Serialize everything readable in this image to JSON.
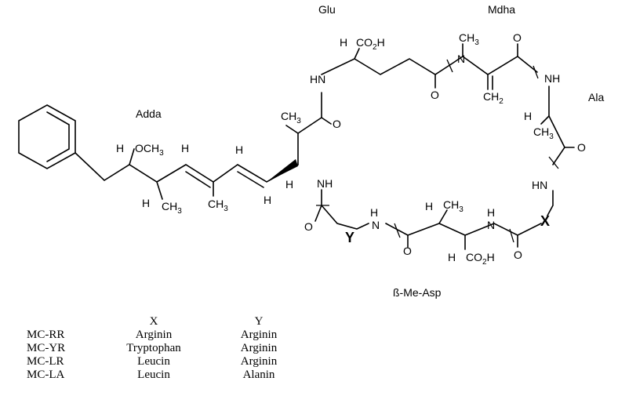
{
  "segments": {
    "glu": "Glu",
    "mdha": "Mdha",
    "ala": "Ala",
    "adda": "Adda",
    "me_asp": "ß-Me-Asp"
  },
  "variable_groups": {
    "x": "X",
    "y": "Y"
  },
  "table": {
    "headers": [
      "",
      "X",
      "Y"
    ],
    "rows": [
      {
        "name": "MC-RR",
        "x": "Arginin",
        "y": "Arginin"
      },
      {
        "name": "MC-YR",
        "x": "Tryptophan",
        "y": "Arginin"
      },
      {
        "name": "MC-LR",
        "x": "Leucin",
        "y": "Arginin"
      },
      {
        "name": "MC-LA",
        "x": "Leucin",
        "y": "Alanin"
      }
    ]
  }
}
